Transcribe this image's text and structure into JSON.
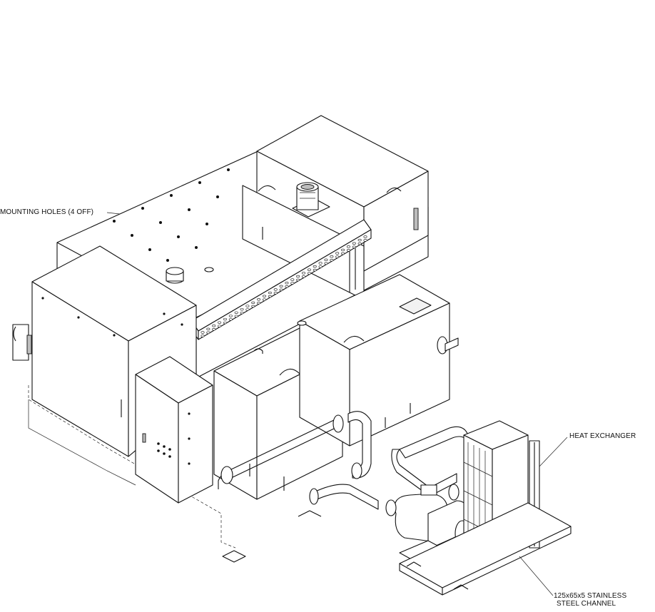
{
  "labels": {
    "mounting_holes": "MOUNTING HOLES (4 OFF)",
    "heat_exchanger": "HEAT EXCHANGER",
    "channel_line1": "125x65x5 STAINLESS",
    "channel_line2": "STEEL CHANNEL"
  }
}
